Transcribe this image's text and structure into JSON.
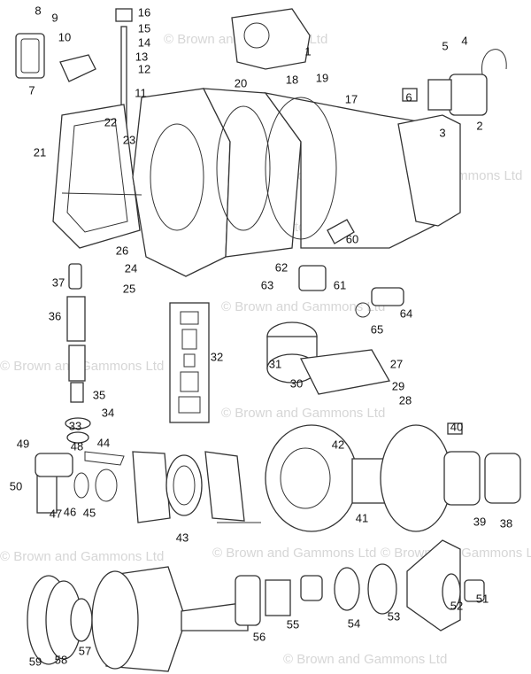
{
  "watermark": "© Brown and Gammons Ltd",
  "callouts": [
    "1",
    "2",
    "3",
    "4",
    "5",
    "6",
    "7",
    "8",
    "9",
    "10",
    "11",
    "12",
    "13",
    "14",
    "15",
    "16",
    "17",
    "18",
    "19",
    "20",
    "21",
    "22",
    "23",
    "24",
    "25",
    "26",
    "27",
    "28",
    "29",
    "30",
    "31",
    "32",
    "33",
    "34",
    "35",
    "36",
    "37",
    "38",
    "39",
    "40",
    "41",
    "42",
    "43",
    "44",
    "45",
    "46",
    "47",
    "48",
    "49",
    "50",
    "51",
    "52",
    "53",
    "54",
    "55",
    "56",
    "57",
    "58",
    "59",
    "60",
    "61",
    "62",
    "63",
    "64",
    "65"
  ]
}
